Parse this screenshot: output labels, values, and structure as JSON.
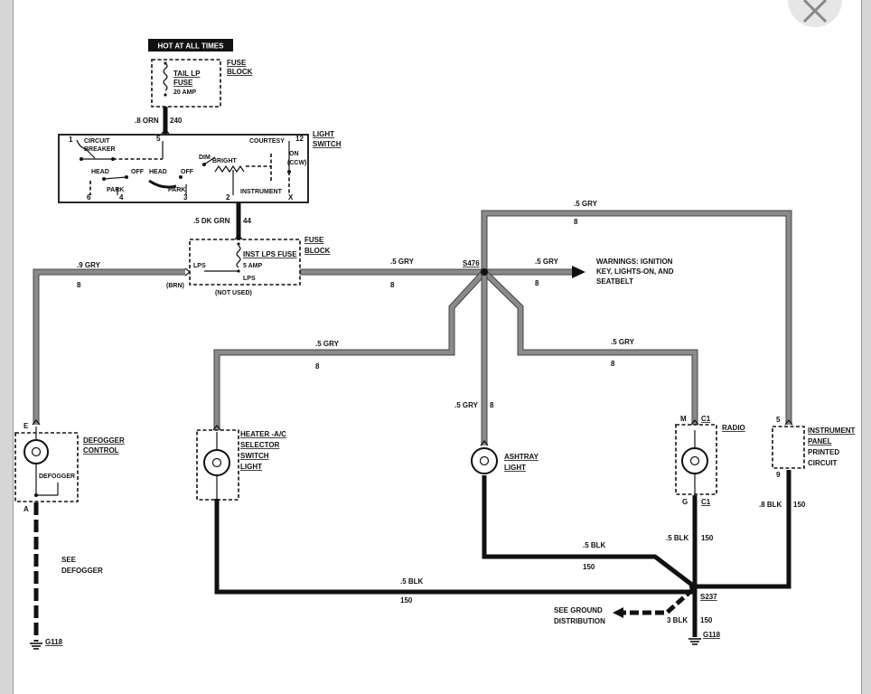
{
  "hot_banner": "HOT AT ALL TIMES",
  "fuse_block_top": {
    "label_1": "FUSE",
    "label_2": "BLOCK",
    "fuse_name_1": "TAIL LP",
    "fuse_name_2": "FUSE",
    "rating": "20 AMP"
  },
  "feed_wire": {
    "gauge_color": ".8 ORN",
    "circuit": "240"
  },
  "light_switch": {
    "label_1": "LIGHT",
    "label_2": "SWITCH",
    "terminal_1": "1",
    "terminal_5": "5",
    "terminal_12": "12",
    "terminal_6": "6",
    "terminal_4": "4",
    "terminal_3": "3",
    "terminal_2": "2",
    "terminal_x": "X",
    "circuit_1": "CIRCUIT",
    "circuit_2": "BREAKER",
    "head_1": "HEAD",
    "off_1": "OFF",
    "head_2": "HEAD",
    "off_2": "OFF",
    "park_1": "PARK",
    "park_2": "PARK",
    "courtesy": "COURTESY",
    "on": "ON",
    "ccw": "(CCW)",
    "dim": "DIM",
    "bright": "BRIGHT",
    "instrument": "INSTRUMENT"
  },
  "dk_grn_wire": {
    "gauge_color": ".5 DK GRN",
    "circuit": "44"
  },
  "fuse_block_mid": {
    "label_1": "FUSE",
    "label_2": "BLOCK",
    "fuse_name": "INST LPS FUSE",
    "rating": "5 AMP",
    "lps_1": "LPS",
    "lps_2": "LPS",
    "brn": "(BRN)",
    "not_used": "(NOT USED)"
  },
  "wires": {
    "left_gry": ".9 GRY",
    "left_gry_num": "8",
    "mid_gry": ".5 GRY",
    "mid_gry_num": "8",
    "top_gry": ".5 GRY",
    "top_gry_num": "8",
    "warn_gry": ".5 GRY",
    "warn_gry_num": "8",
    "heater_gry": ".5 GRY",
    "heater_gry_num": "8",
    "radio_gry": ".5 GRY",
    "radio_gry_num": "8",
    "ashtray_gry": ".5 GRY",
    "ashtray_gry_num": "8",
    "ashtray_blk": ".5 BLK",
    "ashtray_blk_num": "150",
    "radio_blk": ".5 BLK",
    "radio_blk_num": "150",
    "ip_blk": ".8 BLK",
    "ip_blk_num": "150",
    "bottom_blk": ".5 BLK",
    "bottom_blk_num": "150",
    "ground_blk": "3 BLK",
    "ground_blk_num": "150"
  },
  "splice_s476": "S476",
  "splice_s237": "S237",
  "warnings": {
    "line_1": "WARNINGS: IGNITION",
    "line_2": "KEY, LIGHTS-ON, AND",
    "line_3": "SEATBELT"
  },
  "defogger": {
    "label_1": "DEFOGGER",
    "label_2": "CONTROL",
    "inner": "DEFOGGER",
    "term_e": "E",
    "term_a": "A",
    "see_1": "SEE",
    "see_2": "DEFOGGER",
    "ground": "G118"
  },
  "heater": {
    "label_1": "HEATER -A/C",
    "label_2": "SELECTOR",
    "label_3": "SWITCH",
    "label_4": "LIGHT"
  },
  "ashtray": {
    "label_1": "ASHTRAY",
    "label_2": "LIGHT"
  },
  "radio": {
    "label": "RADIO",
    "term_m": "M",
    "term_c1_top": "C1",
    "term_g": "G",
    "term_c1_bot": "C1"
  },
  "instrument_panel": {
    "label_1": "INSTRUMENT",
    "label_2": "PANEL",
    "label_3": "PRINTED",
    "label_4": "CIRCUIT",
    "term_5": "5",
    "term_9": "9"
  },
  "ground_dist": {
    "line_1": "SEE GROUND",
    "line_2": "DISTRIBUTION",
    "ground": "G118"
  },
  "icons": {
    "close": "close-icon",
    "bulb": "bulb-icon",
    "ground": "ground-icon",
    "arrow": "arrow-right-icon"
  }
}
